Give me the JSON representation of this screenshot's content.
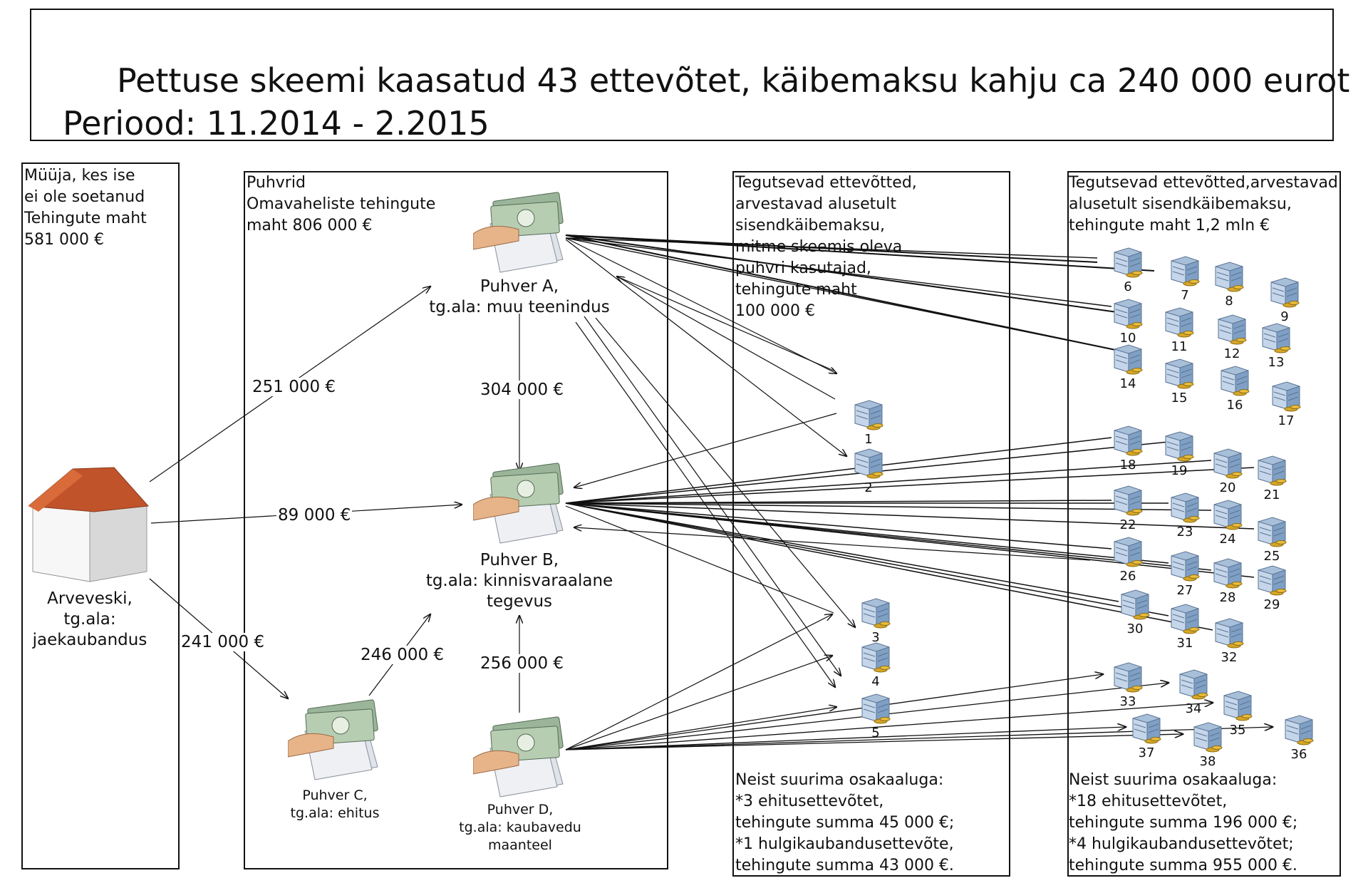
{
  "title": {
    "main": "Pettuse skeemi kaasatud 43 ettevõtet, käibemaksu kahju ca 240 000 eurot",
    "period": "Periood: 11.2014 - 2.2015"
  },
  "seller_box": {
    "text": "Müüja, kes ise\nei ole soetanud\nTehingute maht\n581 000 €"
  },
  "seller": {
    "label": "Arveveski,\ntg.ala:\njaekaubandus"
  },
  "buffers_box": {
    "text": "Puhvrid\nOmavaheliste tehingute\nmaht 806 000 €"
  },
  "buffers": {
    "a": "Puhver A,\ntg.ala: muu teenindus",
    "b": "Puhver B,\ntg.ala: kinnisvaraalane\ntegevus",
    "c": "Puhver C,\ntg.ala: ehitus",
    "d": "Puhver D,\ntg.ala: kaubavedu\nmaanteel"
  },
  "amounts": {
    "seller_to_a": "251 000 €",
    "seller_to_b": "89 000 €",
    "seller_to_c": "241 000 €",
    "c_to_b": "246 000 €",
    "a_to_b": "304 000 €",
    "d_to_b": "256 000 €"
  },
  "middle_box": {
    "header": "Tegutsevad ettevõtted,\narvestavad alusetult\nsisendkäibemaksu,\nmitme skeemis oleva\npuhvri kasutajad,\ntehingute maht\n100 000 €",
    "footer": "Neist suurima osakaaluga:\n*3 ehitusettevõtet,\ntehingute summa 45 000 €;\n*1 hulgikaubandusettevõte,\ntehingute summa 43 000 €."
  },
  "right_box": {
    "header": "Tegutsevad ettevõtted,arvestavad\nalusetult sisendkäibemaksu,\ntehingute maht 1,2 mln €",
    "footer": "Neist suurima osakaaluga:\n*18 ehitusettevõtet,\ntehingute summa 196 000 €;\n*4 hulgikaubandusettevõtet;\ntehingute summa 955 000 €."
  },
  "companies_middle": [
    "1",
    "2",
    "3",
    "4",
    "5"
  ],
  "companies_right": [
    "6",
    "7",
    "8",
    "9",
    "10",
    "11",
    "12",
    "13",
    "14",
    "15",
    "16",
    "17",
    "18",
    "19",
    "20",
    "21",
    "22",
    "23",
    "24",
    "25",
    "26",
    "27",
    "28",
    "29",
    "30",
    "31",
    "32",
    "33",
    "34",
    "35",
    "36",
    "37",
    "38"
  ],
  "colors": {
    "roof": "#c0532a",
    "money": "#9ab59a",
    "building": "#7fa0c4",
    "coins": "#d6a728"
  }
}
